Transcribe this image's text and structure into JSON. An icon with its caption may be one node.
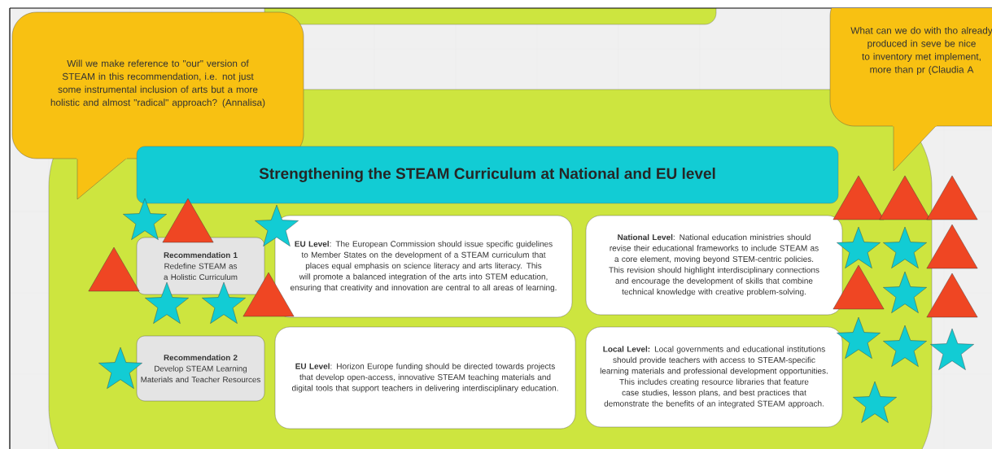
{
  "diagram": {
    "nodes": [
      {
        "text": [
          "Will we make reference to \"our\" version of STEAM in this recommendation, i.e. not just some instrumental inclusion of arts but a more holistic and almost \"radical\" approach? (Annalisa)"
        ]
      },
      {
        "text": [
          "What can we do with tho already produced in seve be nice to inventory met implement, more than pr (Claudia A"
        ]
      },
      {
        "text": [
          "Strengthening the STEAM Curriculum at National and EU level"
        ]
      },
      {
        "text": [
          "Recommendation 1",
          "Redefine STEAM as a Holistic Curriculum"
        ]
      },
      {
        "text": [
          "**EU Level**: The European Commission should issue specific guidelines to Member States on the development of a STEAM curriculum that places equal emphasis on science literacy and arts literacy. This will promote a balanced integration of the arts into STEM education, ensuring that creativity and innovation are central to all areas of learning."
        ]
      },
      {
        "text": [
          "**National Level**: National education ministries should revise their educational frameworks to include STEAM as a core element, moving beyond STEM-centric policies. This revision should highlight interdisciplinary connections and encourage the development of skills that combine technical knowledge with creative problem-solving."
        ]
      },
      {
        "text": [
          "Recommendation 2",
          "Develop STEAM Learning Materials and Teacher Resources"
        ]
      },
      {
        "text": [
          "**EU Level**: Horizon Europe funding should be directed towards projects that develop open-access, innovative STEAM teaching materials and digital tools that support teachers in delivering interdisciplinary education."
        ]
      },
      {
        "text": [
          "**Local Level:** Local governments and educational institutions should provide teachers with access to STEAM-specific learning materials and professional development opportunities. This includes creating resource libraries that feature case studies, lesson plans, and best practices that demonstrate the benefits of an integrated STEAM approach."
        ]
      },
      {
        "text": [],
        "shape": "triangle"
      },
      {
        "text": [],
        "shape": "star"
      },
      {
        "text": [],
        "shape": "star"
      },
      {
        "text": [],
        "shape": "star"
      },
      {
        "text": [],
        "shape": "triangle"
      },
      {
        "text": [],
        "shape": "star"
      },
      {
        "text": [],
        "shape": "triangle"
      },
      {
        "text": [],
        "shape": "star"
      },
      {
        "text": [],
        "shape": "triangle"
      },
      {
        "text": [],
        "shape": "star"
      },
      {
        "text": [],
        "shape": "star"
      },
      {
        "text": [],
        "shape": "triangle"
      },
      {
        "text": [],
        "shape": "star"
      },
      {
        "text": [],
        "shape": "triangle"
      },
      {
        "text": [],
        "shape": "star"
      },
      {
        "text": [],
        "shape": "star"
      },
      {
        "text": [],
        "shape": "triangle"
      },
      {
        "text": [],
        "shape": "star"
      },
      {
        "text": [],
        "shape": "star"
      },
      {
        "text": [],
        "shape": "triangle"
      },
      {
        "text": [],
        "shape": "triangle"
      }
    ],
    "edges": []
  }
}
